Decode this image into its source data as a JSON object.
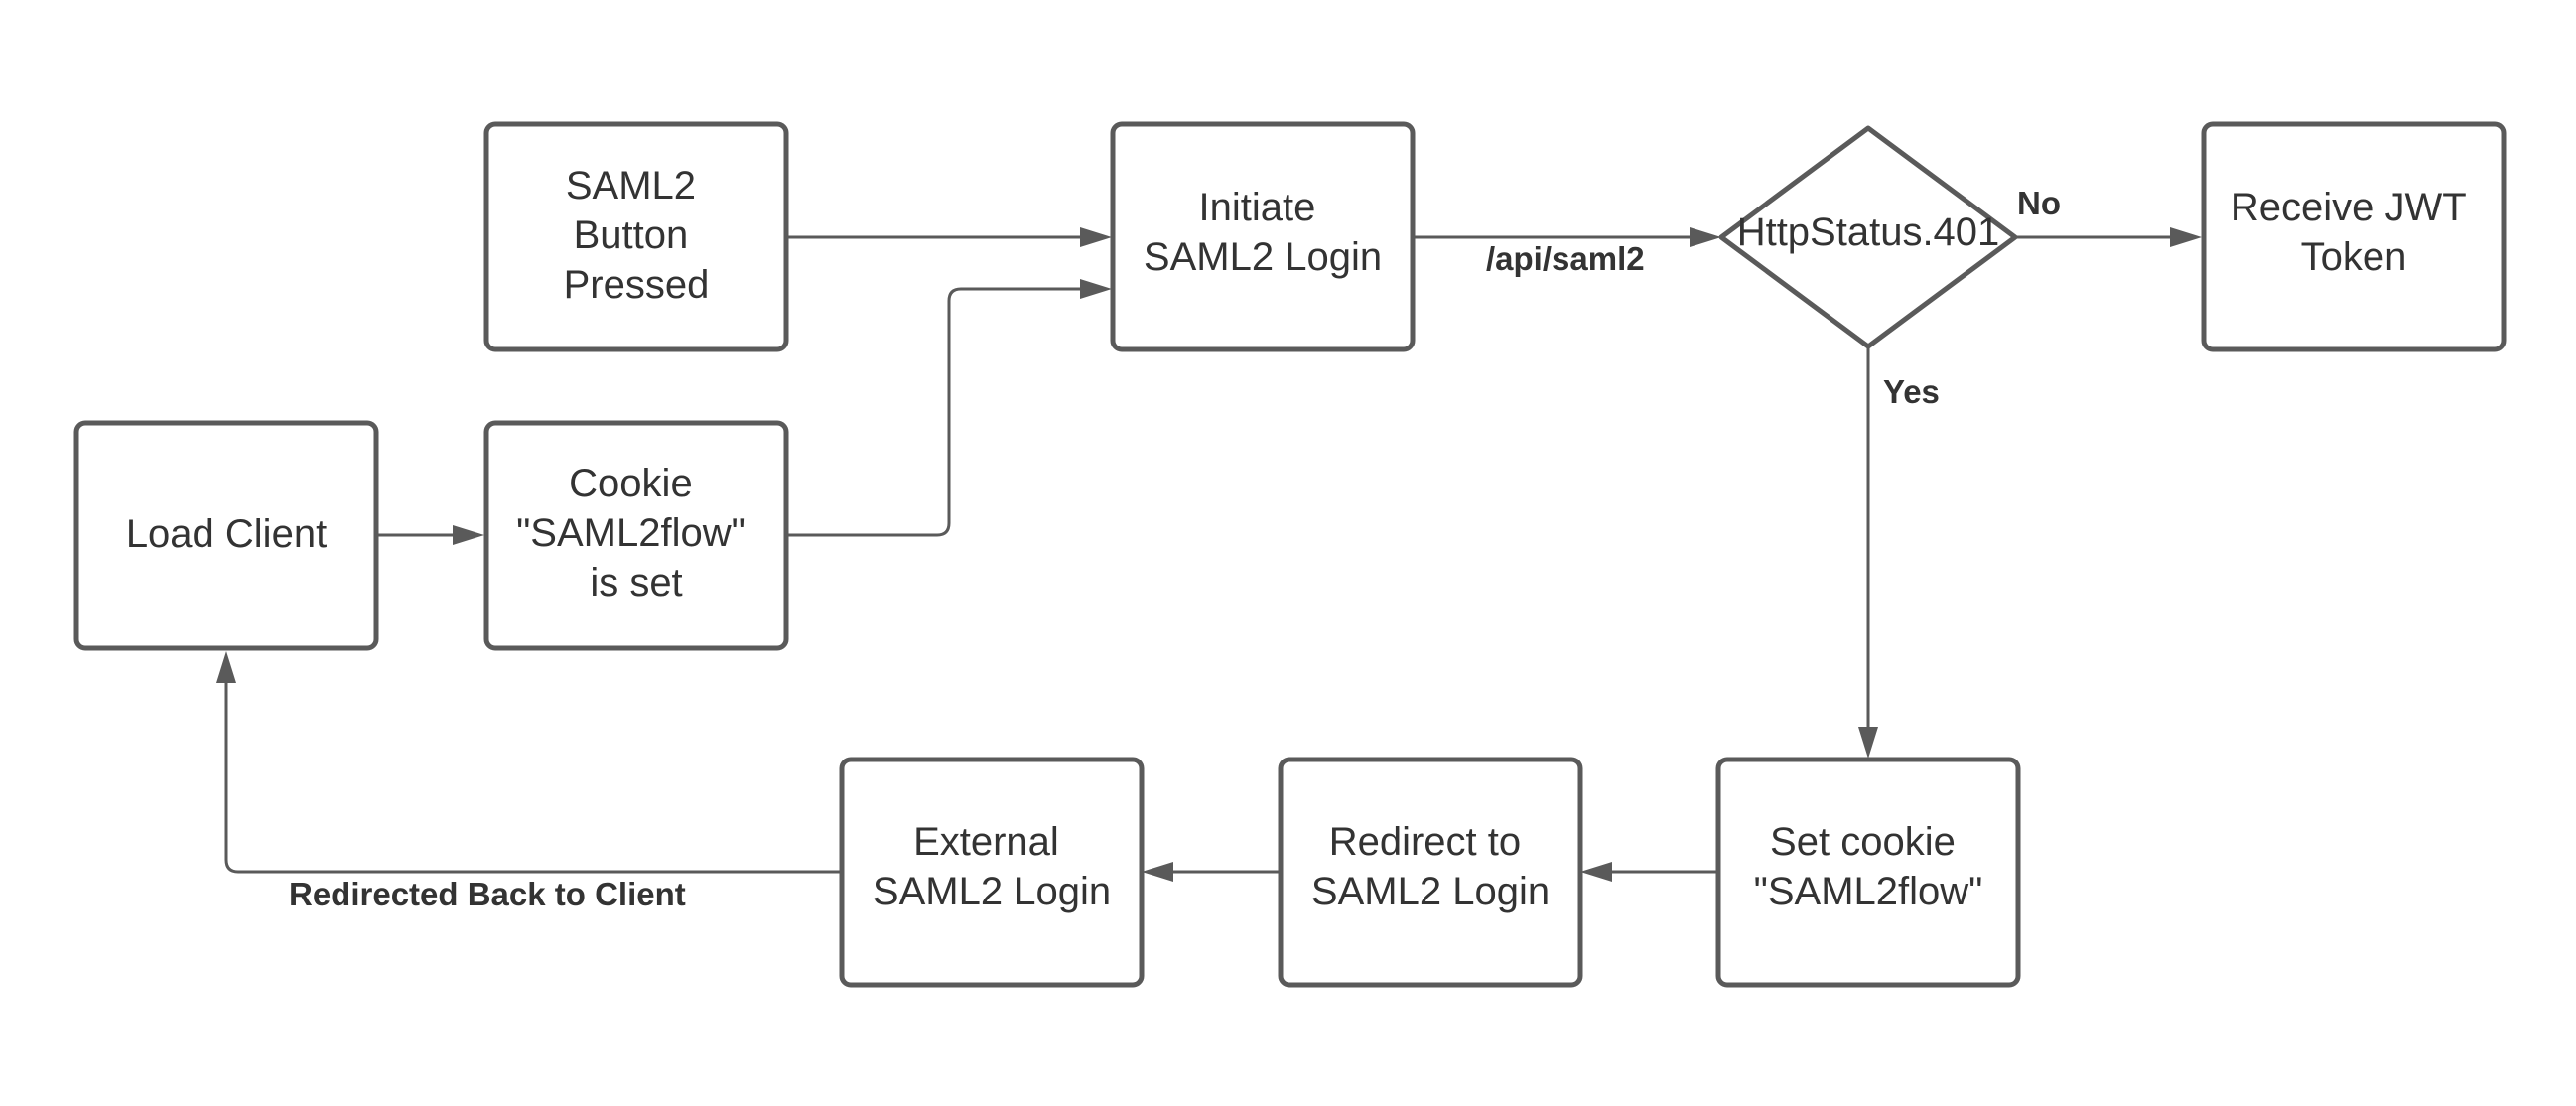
{
  "diagram": {
    "nodes": {
      "saml2_button": {
        "lines": [
          "SAML2",
          "Button",
          "Pressed"
        ]
      },
      "initiate_login": {
        "lines": [
          "Initiate",
          "SAML2 Login"
        ]
      },
      "http_status": {
        "label": "HttpStatus.401"
      },
      "receive_jwt": {
        "lines": [
          "Receive JWT",
          "Token"
        ]
      },
      "load_client": {
        "lines": [
          "Load Client"
        ]
      },
      "cookie_set": {
        "lines": [
          "Cookie",
          "\"SAML2flow\"",
          "is set"
        ]
      },
      "set_cookie": {
        "lines": [
          "Set cookie",
          "\"SAML2flow\""
        ]
      },
      "redirect_login": {
        "lines": [
          "Redirect to",
          "SAML2 Login"
        ]
      },
      "external_login": {
        "lines": [
          "External",
          "SAML2 Login"
        ]
      }
    },
    "edge_labels": {
      "api": "/api/saml2",
      "no": "No",
      "yes": "Yes",
      "redirected_back": "Redirected Back to Client"
    },
    "colors": {
      "stroke": "#5a5a5a",
      "text": "#333333",
      "background": "#ffffff"
    }
  }
}
